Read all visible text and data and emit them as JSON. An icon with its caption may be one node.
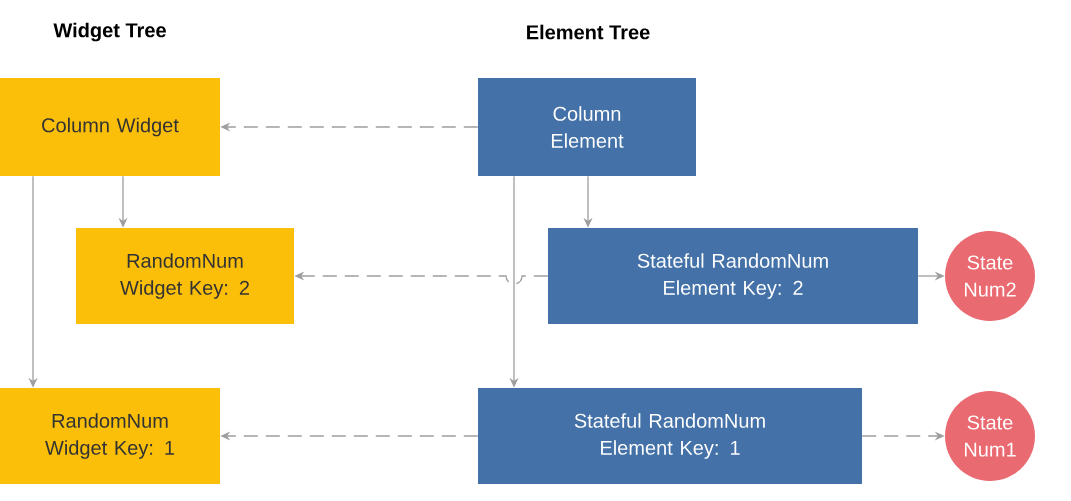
{
  "diagram": {
    "nodes": [
      {
        "text": [
          "Column Widget"
        ]
      },
      {
        "text": [
          "Column Element"
        ]
      },
      {
        "text": [
          "RandomNum Widget Key: 2"
        ]
      },
      {
        "text": [
          "Stateful RandomNum Element Key: 2"
        ]
      },
      {
        "text": [
          "State Num2"
        ]
      },
      {
        "text": [
          "RandomNum Widget Key: 1"
        ]
      },
      {
        "text": [
          "Stateful RandomNum Element Key: 1"
        ]
      },
      {
        "text": [
          "State Num1"
        ]
      }
    ],
    "edges": [
      {
        "from": 1,
        "to": 0,
        "arrow": "to",
        "style": "dashed"
      },
      {
        "from": 0,
        "to": 2,
        "arrow": "to"
      },
      {
        "from": 0,
        "to": 5,
        "arrow": "to"
      },
      {
        "from": 1,
        "to": 3,
        "arrow": "to"
      },
      {
        "from": 1,
        "to": 6,
        "arrow": "to"
      },
      {
        "from": 3,
        "to": 2,
        "arrow": "to",
        "style": "dashed"
      },
      {
        "from": 3,
        "to": 4,
        "arrow": "to"
      },
      {
        "from": 6,
        "to": 5,
        "arrow": "to",
        "style": "dashed"
      },
      {
        "from": 6,
        "to": 7,
        "arrow": "to",
        "style": "dashed"
      }
    ],
    "labels": [
      "Widget Tree",
      "Element Tree"
    ]
  }
}
